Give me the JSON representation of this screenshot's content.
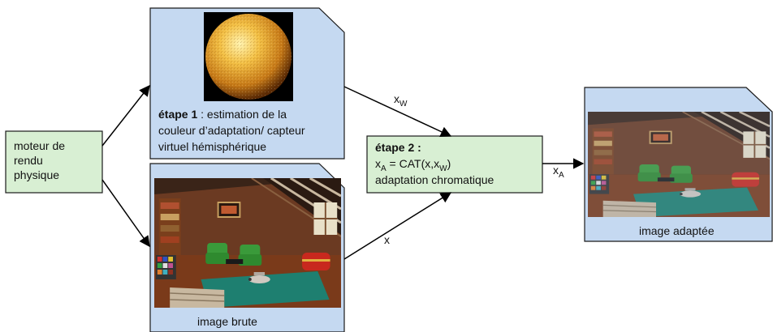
{
  "colors": {
    "folder_fill": "#c5d9f1",
    "step_fill": "#d8efd3",
    "stroke": "#1a1a1a",
    "arrow": "#000000"
  },
  "moteur": {
    "line1": "moteur de",
    "line2": "rendu",
    "line3": "physique"
  },
  "etape1": {
    "bold": "étape 1",
    "line1_rest": " : estimation de la",
    "line2": "couleur d’adaptation/ capteur",
    "line3": "virtuel hémisphérique",
    "image_icon": "sphere-image"
  },
  "brute": {
    "caption": "image brute",
    "image_icon": "attic-room-render"
  },
  "etape2": {
    "title": "étape 2 :",
    "formula_x": "x",
    "formula_sub_a": "A",
    "formula_mid": " = CAT(x,x",
    "formula_sub_w": "W",
    "formula_end": ")",
    "line3": "adaptation chromatique"
  },
  "adaptee": {
    "caption": "image adaptée",
    "image_icon": "attic-room-adapted"
  },
  "arrows": {
    "xw_base": "x",
    "xw_sub": "W",
    "x_label": "x",
    "xa_base": "x",
    "xa_sub": "A"
  }
}
